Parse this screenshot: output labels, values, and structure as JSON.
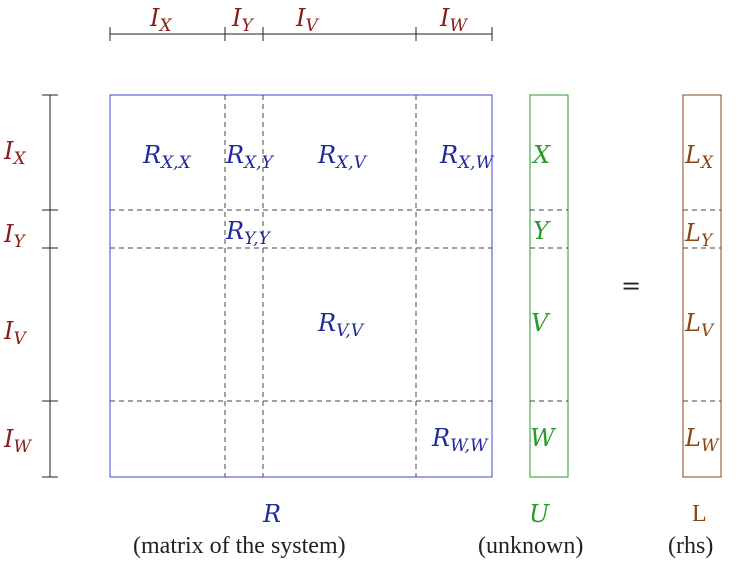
{
  "index_sets": {
    "x": "I_X",
    "y": "I_Y",
    "v": "I_V",
    "w": "I_W"
  },
  "matrix": {
    "symbol": "R",
    "caption": "(matrix of the system)",
    "blocks": {
      "xx": "R_{X,X}",
      "xy": "R_{X,Y}",
      "xv": "R_{X,V}",
      "xw": "R_{X,W}",
      "yy": "R_{Y,Y}",
      "vv": "R_{V,V}",
      "ww": "R_{W,W}"
    }
  },
  "unknown": {
    "symbol": "U",
    "caption": "(unknown)",
    "entries": [
      "X",
      "Y",
      "V",
      "W"
    ]
  },
  "equals": "=",
  "rhs": {
    "symbol": "L",
    "caption": "(rhs)",
    "entries": [
      "L_X",
      "L_Y",
      "L_V",
      "L_W"
    ]
  },
  "colors": {
    "index": "#8b1a1a",
    "matrix": "#1f2a9a",
    "unknown": "#2a9a2a",
    "rhs": "#8b4513"
  }
}
